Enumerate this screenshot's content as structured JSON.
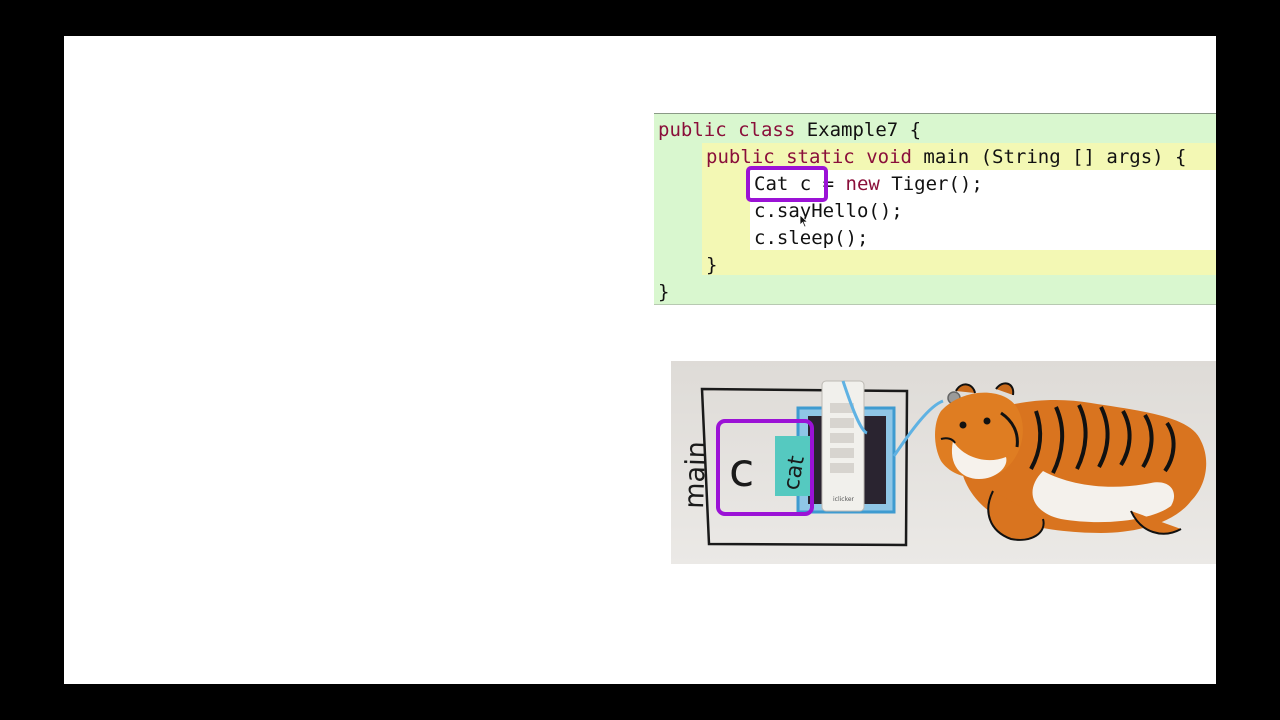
{
  "code": {
    "line1": {
      "kw1": "public",
      "kw2": "class",
      "rest": " Example7 {"
    },
    "line2": {
      "kw1": "public",
      "kw2": "static",
      "kw3": "void",
      "rest": " main (String [] args) {"
    },
    "line3": {
      "decl": "Cat c",
      "eq": " = ",
      "kw": "new",
      "rest": " Tiger();"
    },
    "line4": "c.sayHello();",
    "line5": "c.sleep();",
    "line6": "}",
    "line7": "}"
  },
  "photo": {
    "frame_label": "main",
    "variable_name": "c",
    "variable_type": "cat",
    "remote_brand": "iclicker"
  },
  "colors": {
    "class_bg": "#d9f7cf",
    "method_bg": "#f3f8b4",
    "keyword": "#8a0f3a",
    "highlight": "#9b12d6"
  }
}
